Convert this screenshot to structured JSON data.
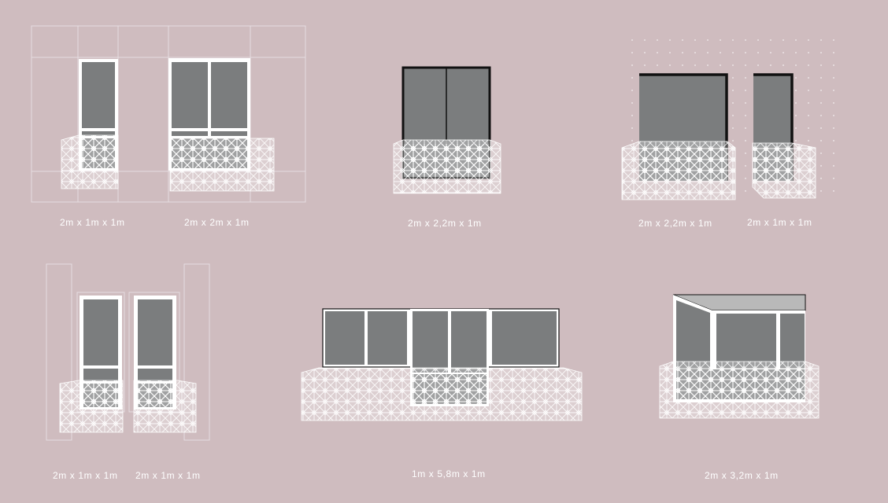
{
  "background": "#cfbcbf",
  "colors": {
    "glass": "#7b7d7e",
    "frame_white": "#ffffff",
    "frame_black": "#111111",
    "roof": "#b9b9b9",
    "guide_lines": "#e6dde0",
    "lattice": "#ffffff"
  },
  "labels": {
    "a1": "2m x 1m x 1m",
    "a2": "2m x 2m x 1m",
    "b1": "2m x 2,2m x 1m",
    "c1": "2m x 2,2m x 1m",
    "c2": "2m x 1m x 1m",
    "d1": "2m x 1m x 1m",
    "d2": "2m x 1m x 1m",
    "e1": "1m x 5,8m x 1m",
    "f1": "2m x 3,2m x 1m"
  }
}
